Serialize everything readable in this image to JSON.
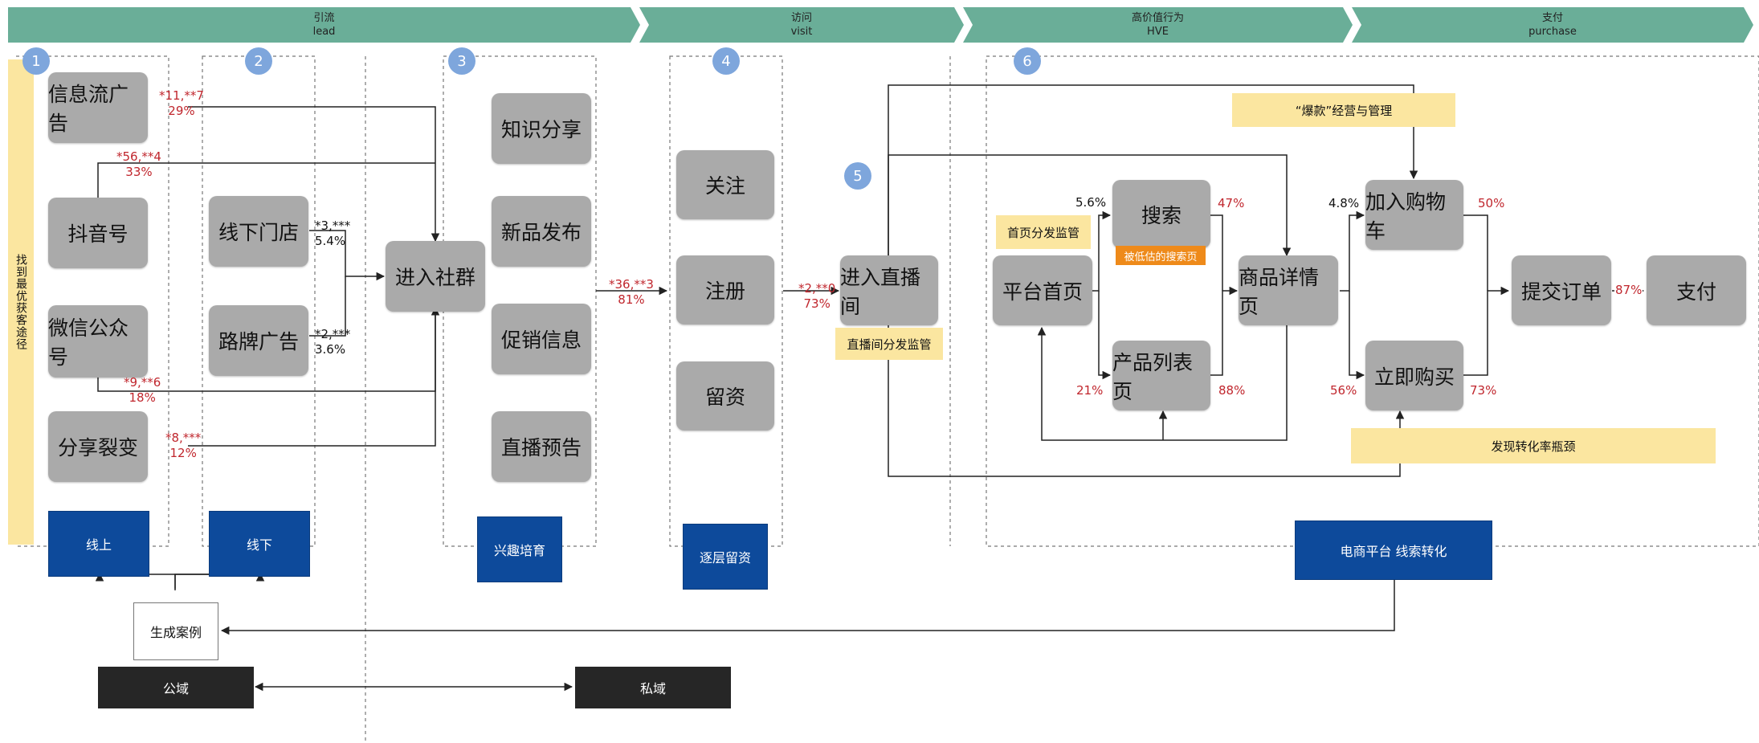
{
  "stages": [
    {
      "title": "引流",
      "sub": "lead"
    },
    {
      "title": "访问",
      "sub": "visit"
    },
    {
      "title": "高价值行为",
      "sub": "HVE"
    },
    {
      "title": "支付",
      "sub": "purchase"
    }
  ],
  "step_numbers": [
    "1",
    "2",
    "3",
    "4",
    "5",
    "6"
  ],
  "side_label": "找到最优获客途径",
  "online_channels": [
    "信息流广告",
    "抖音号",
    "微信公众号",
    "分享裂变"
  ],
  "offline_channels": [
    "线下门店",
    "路牌广告"
  ],
  "community_node": "进入社群",
  "content_items": [
    "知识分享",
    "新品发布",
    "促销信息",
    "直播预告"
  ],
  "visit_items": [
    "关注",
    "注册",
    "留资"
  ],
  "live_node": "进入直播间",
  "live_monitor": "直播间分发监管",
  "hve": {
    "homepage": "平台首页",
    "homepage_monitor": "首页分发监管",
    "search": "搜索",
    "search_tag": "被低估的搜索页",
    "product_list": "产品列表页",
    "detail": "商品详情页",
    "hot_items": "“爆款”经营与管理"
  },
  "purchase": {
    "cart": "加入购物车",
    "buy_now": "立即购买",
    "submit": "提交订单",
    "pay": "支付",
    "bottleneck": "发现转化率瓶颈"
  },
  "blue_boxes": {
    "online": "线上",
    "offline": "线下",
    "interest": "兴趣培育",
    "retain": "逐层留资",
    "ecommerce": "电商平台 线索转化"
  },
  "case_box": "生成案例",
  "public_domain": "公域",
  "private_domain": "私域",
  "metrics": {
    "feed_code": "*11,**7",
    "feed_pct": "29%",
    "douyin_code": "*56,**4",
    "douyin_pct": "33%",
    "wechat_code": "*9,**6",
    "wechat_pct": "18%",
    "share_code": "*8,***",
    "share_pct": "12%",
    "store_code": "*3,***",
    "store_pct": "5.4%",
    "billboard_code": "*2,***",
    "billboard_pct": "3.6%",
    "community_code": "*36,**3",
    "community_pct": "81%",
    "register_code": "*2,**0",
    "register_pct": "73%",
    "home_search": "5.6%",
    "search_out": "47%",
    "home_list": "21%",
    "list_out": "88%",
    "detail_cart": "4.8%",
    "cart_out": "50%",
    "detail_buy": "56%",
    "buy_out": "73%",
    "submit_pay": "87%"
  },
  "colors": {
    "stage": "#6aae98",
    "node": "#aaaaaa",
    "blue": "#0d4a9b",
    "red": "#c0262d",
    "yellow": "#fbe6a0",
    "orange": "#ee8a1a"
  }
}
